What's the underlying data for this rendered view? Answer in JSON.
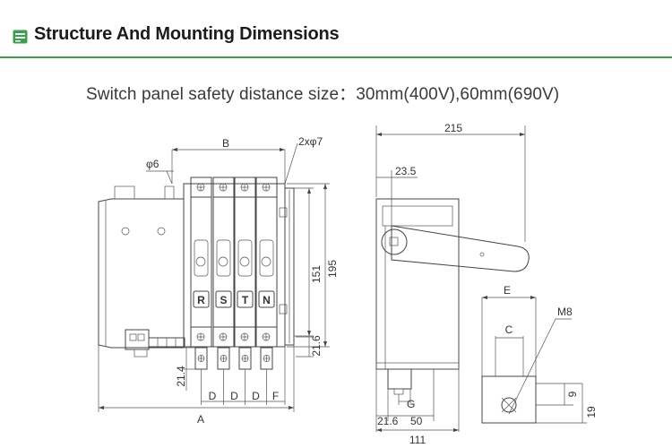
{
  "header": {
    "title": "Structure And Mounting Dimensions",
    "accent_color": "#3aa14a",
    "icon": "panel-icon"
  },
  "subtitle": "Switch panel safety distance size：30mm(400V),60mm(690V)",
  "front_view": {
    "dimensions": {
      "width_top": "B",
      "hole_dia": "φ6",
      "mount_holes": "2xφ7",
      "height_1": "151",
      "height_2": "195",
      "terminal_offset": "21.6",
      "bottom_offset": "21.4",
      "pitch_1": "D",
      "pitch_2": "D",
      "pitch_3": "D",
      "end_gap": "F",
      "overall_width": "A"
    },
    "phase_labels": [
      "R",
      "S",
      "T",
      "N"
    ]
  },
  "side_view": {
    "dimensions": {
      "overall_depth": "215",
      "handle_offset": "23.5",
      "base_offset": "21.6",
      "base_width": "50",
      "total_width": "111",
      "slot": "G"
    }
  },
  "hole_detail": {
    "dimensions": {
      "outer_width": "E",
      "inner_width": "C",
      "thread": "M8",
      "small_height": "9",
      "height": "19"
    }
  }
}
